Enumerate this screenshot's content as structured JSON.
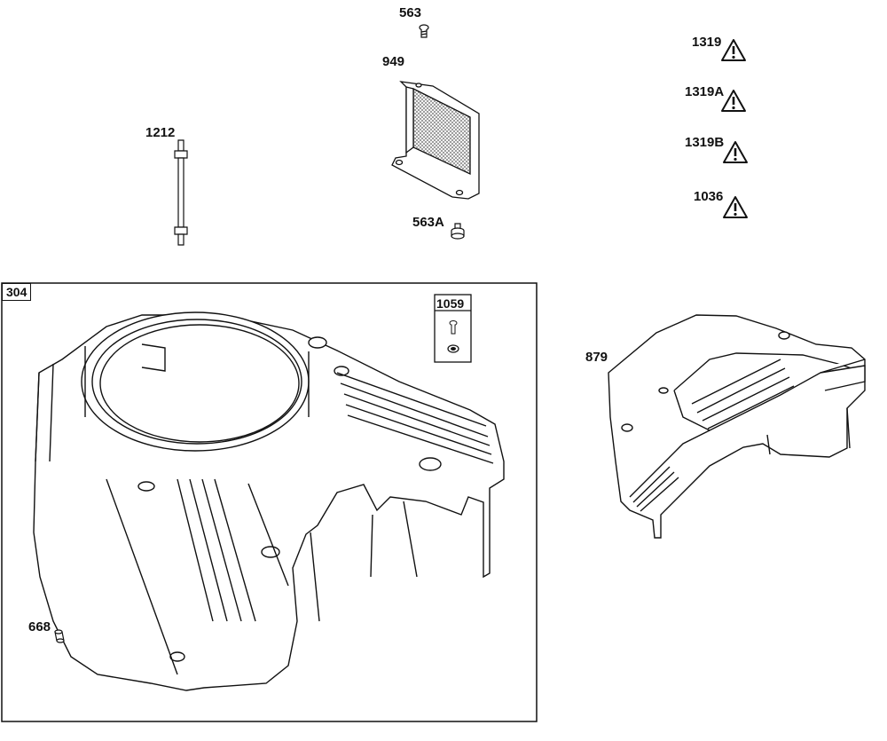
{
  "callouts": {
    "p563": "563",
    "p949": "949",
    "p563a": "563A",
    "p1212": "1212",
    "p1319": "1319",
    "p1319a": "1319A",
    "p1319b": "1319B",
    "p1036": "1036",
    "p304": "304",
    "p1059": "1059",
    "p879": "879",
    "p668": "668"
  },
  "icons": {
    "warning": "warning-triangle-icon"
  },
  "colors": {
    "line": "#111111",
    "mesh": "#777777",
    "background": "#ffffff"
  }
}
